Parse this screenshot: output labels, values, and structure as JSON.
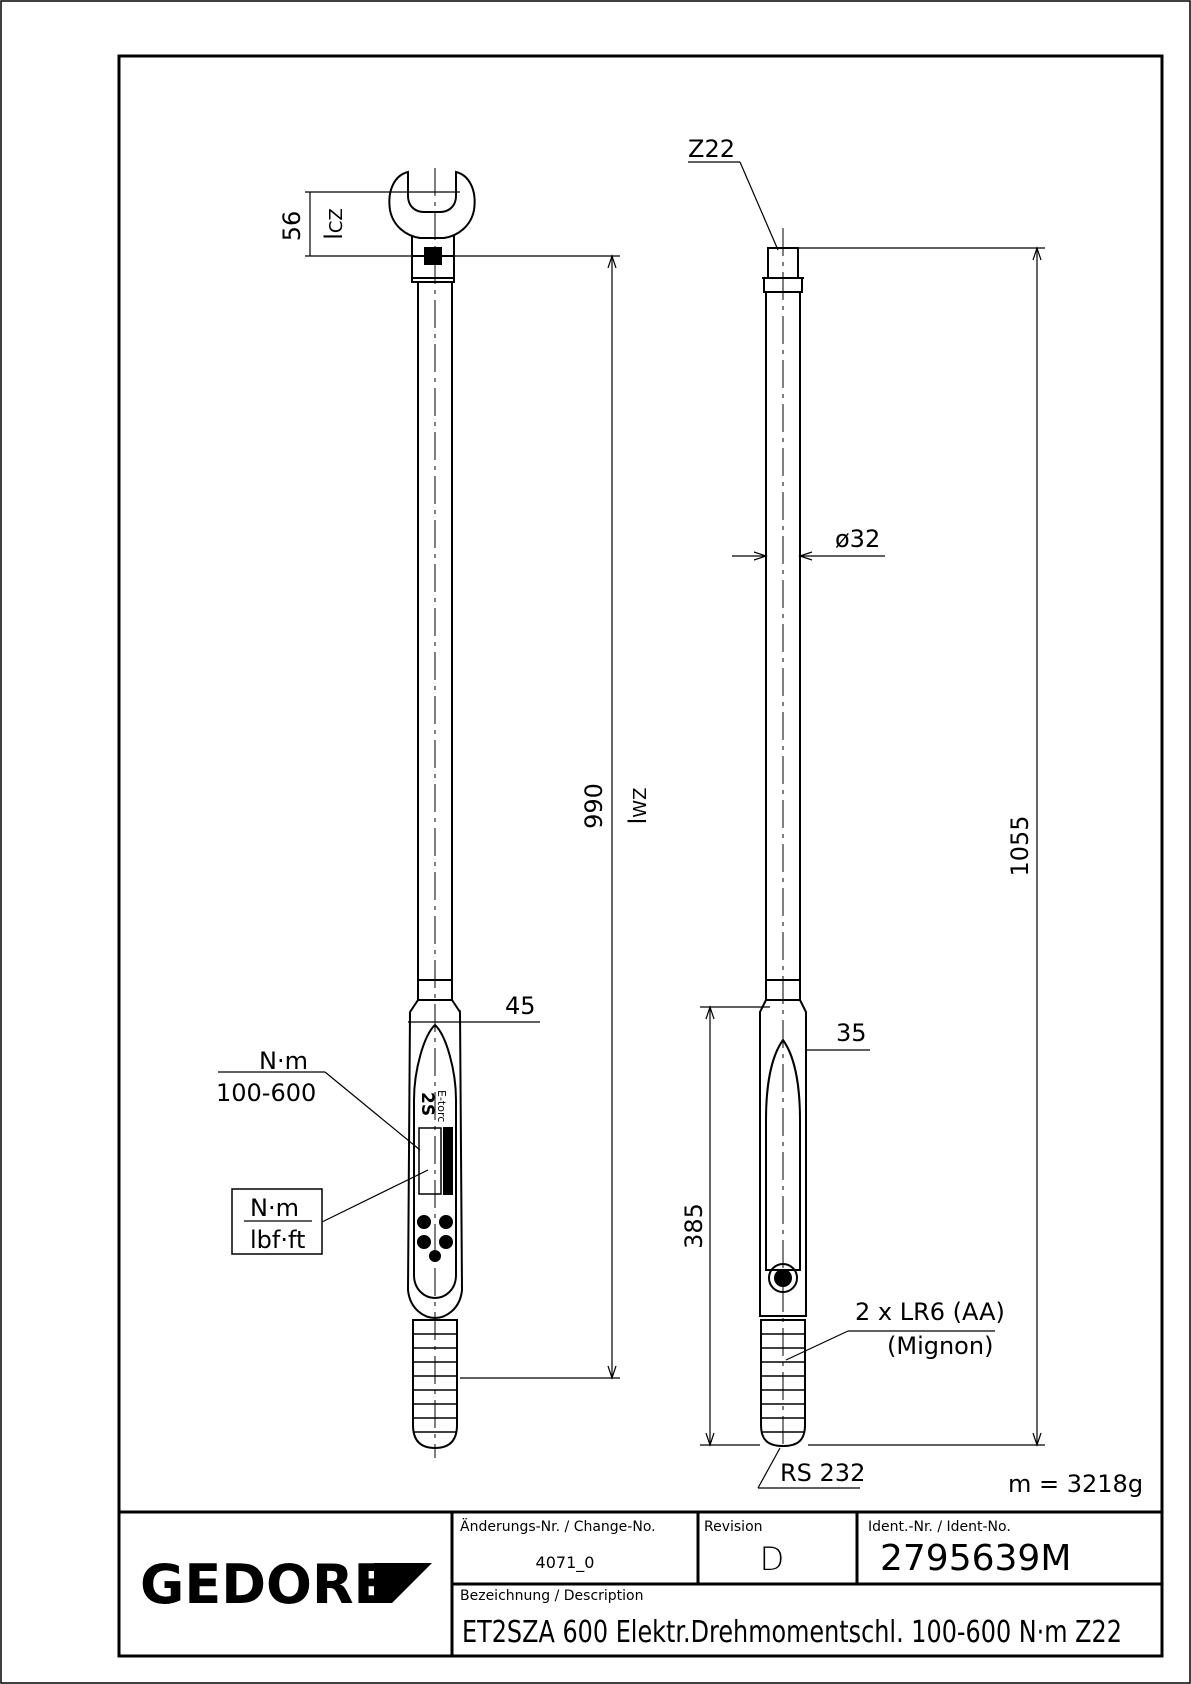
{
  "drawing": {
    "dimensions": {
      "open_end_width": "56",
      "open_end_symbol": "l",
      "open_end_symbol_sub": "CZ",
      "working_length": "990",
      "working_length_symbol": "l",
      "working_length_symbol_sub": "WZ",
      "handle_width": "45",
      "tube_diameter": "ø32",
      "handle_width_side": "35",
      "battery_offset": "385",
      "total_length": "1055"
    },
    "callouts": {
      "insert_size": "Z22",
      "unit_top": "N·m",
      "range": "100-600",
      "unit_box_top": "N·m",
      "unit_box_bottom": "lbf·ft",
      "battery_line1": "2 x LR6 (AA)",
      "battery_line2": "(Mignon)",
      "interface": "RS 232",
      "mass": "m = 3218g"
    },
    "handle_markings": {
      "brand_line": "E-torc",
      "model": "2S"
    }
  },
  "title_block": {
    "logo": "GEDORE",
    "change_label": "Änderungs-Nr. / Change-No.",
    "change_value": "4071_0",
    "revision_label": "Revision",
    "revision_value": "D",
    "ident_label": "Ident.-Nr. / Ident-No.",
    "ident_value": "2795639M",
    "description_label": "Bezeichnung / Description",
    "description_value": "ET2SZA 600 Elektr.Drehmomentschl. 100-600 N·m  Z22"
  }
}
